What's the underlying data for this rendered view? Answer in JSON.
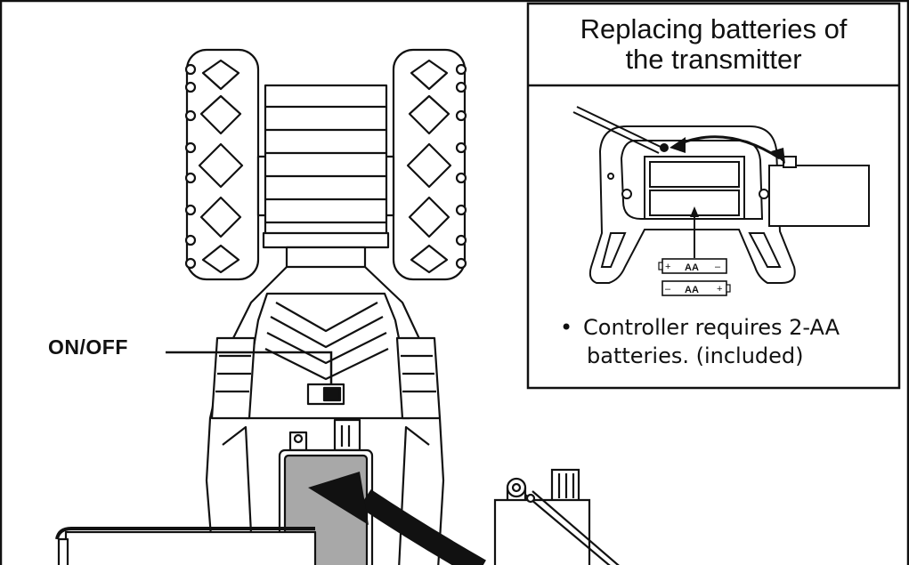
{
  "diagram": {
    "onoff_label": "ON/OFF",
    "inset": {
      "title_line1": "Replacing batteries of",
      "title_line2": "the transmitter",
      "battery_label": "AA",
      "plus_sign": "+",
      "minus_sign": "–",
      "note_bullet": "•",
      "note_line1": "Controller requires 2-AA",
      "note_line2": "batteries. (included)"
    }
  }
}
